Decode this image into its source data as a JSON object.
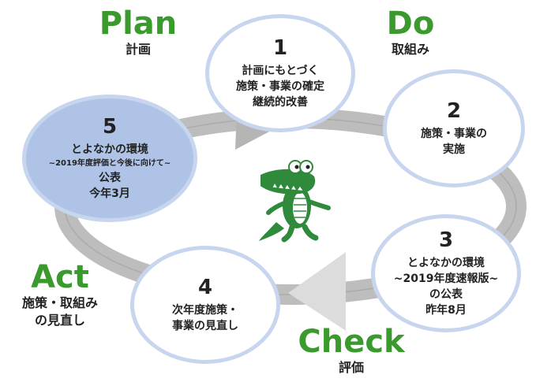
{
  "phases": {
    "plan": {
      "title": "Plan",
      "sub": "計画"
    },
    "do": {
      "title": "Do",
      "sub": "取組み"
    },
    "check": {
      "title": "Check",
      "sub": "評価"
    },
    "act": {
      "title": "Act",
      "sub1": "施策・取組み",
      "sub2": "の見直し"
    }
  },
  "steps": {
    "s1": {
      "num": "1",
      "l1": "計画にもとづく",
      "l2": "施策・事業の確定",
      "l3": "継続的改善"
    },
    "s2": {
      "num": "2",
      "l1": "施策・事業の",
      "l2": "実施"
    },
    "s3": {
      "num": "3",
      "l1": "とよなかの環境",
      "l2": "~2019年度速報版~",
      "l3": "の公表",
      "l4": "昨年8月"
    },
    "s4": {
      "num": "4",
      "l1": "次年度施策・",
      "l2": "事業の見直し"
    },
    "s5": {
      "num": "5",
      "l1": "とよなかの環境",
      "l2": "~2019年度評価と今後に向けて~",
      "l3": "公表",
      "l4": "今年3月"
    }
  },
  "colors": {
    "accent_green": "#3a9a2e",
    "circle_border": "#c7d6ee",
    "circle_fill_highlight": "#aec3e6",
    "arrow_gray": "#b5b5b5",
    "mascot_green": "#2f8a3b"
  },
  "mascot": {
    "icon": "crocodile-mascot"
  }
}
